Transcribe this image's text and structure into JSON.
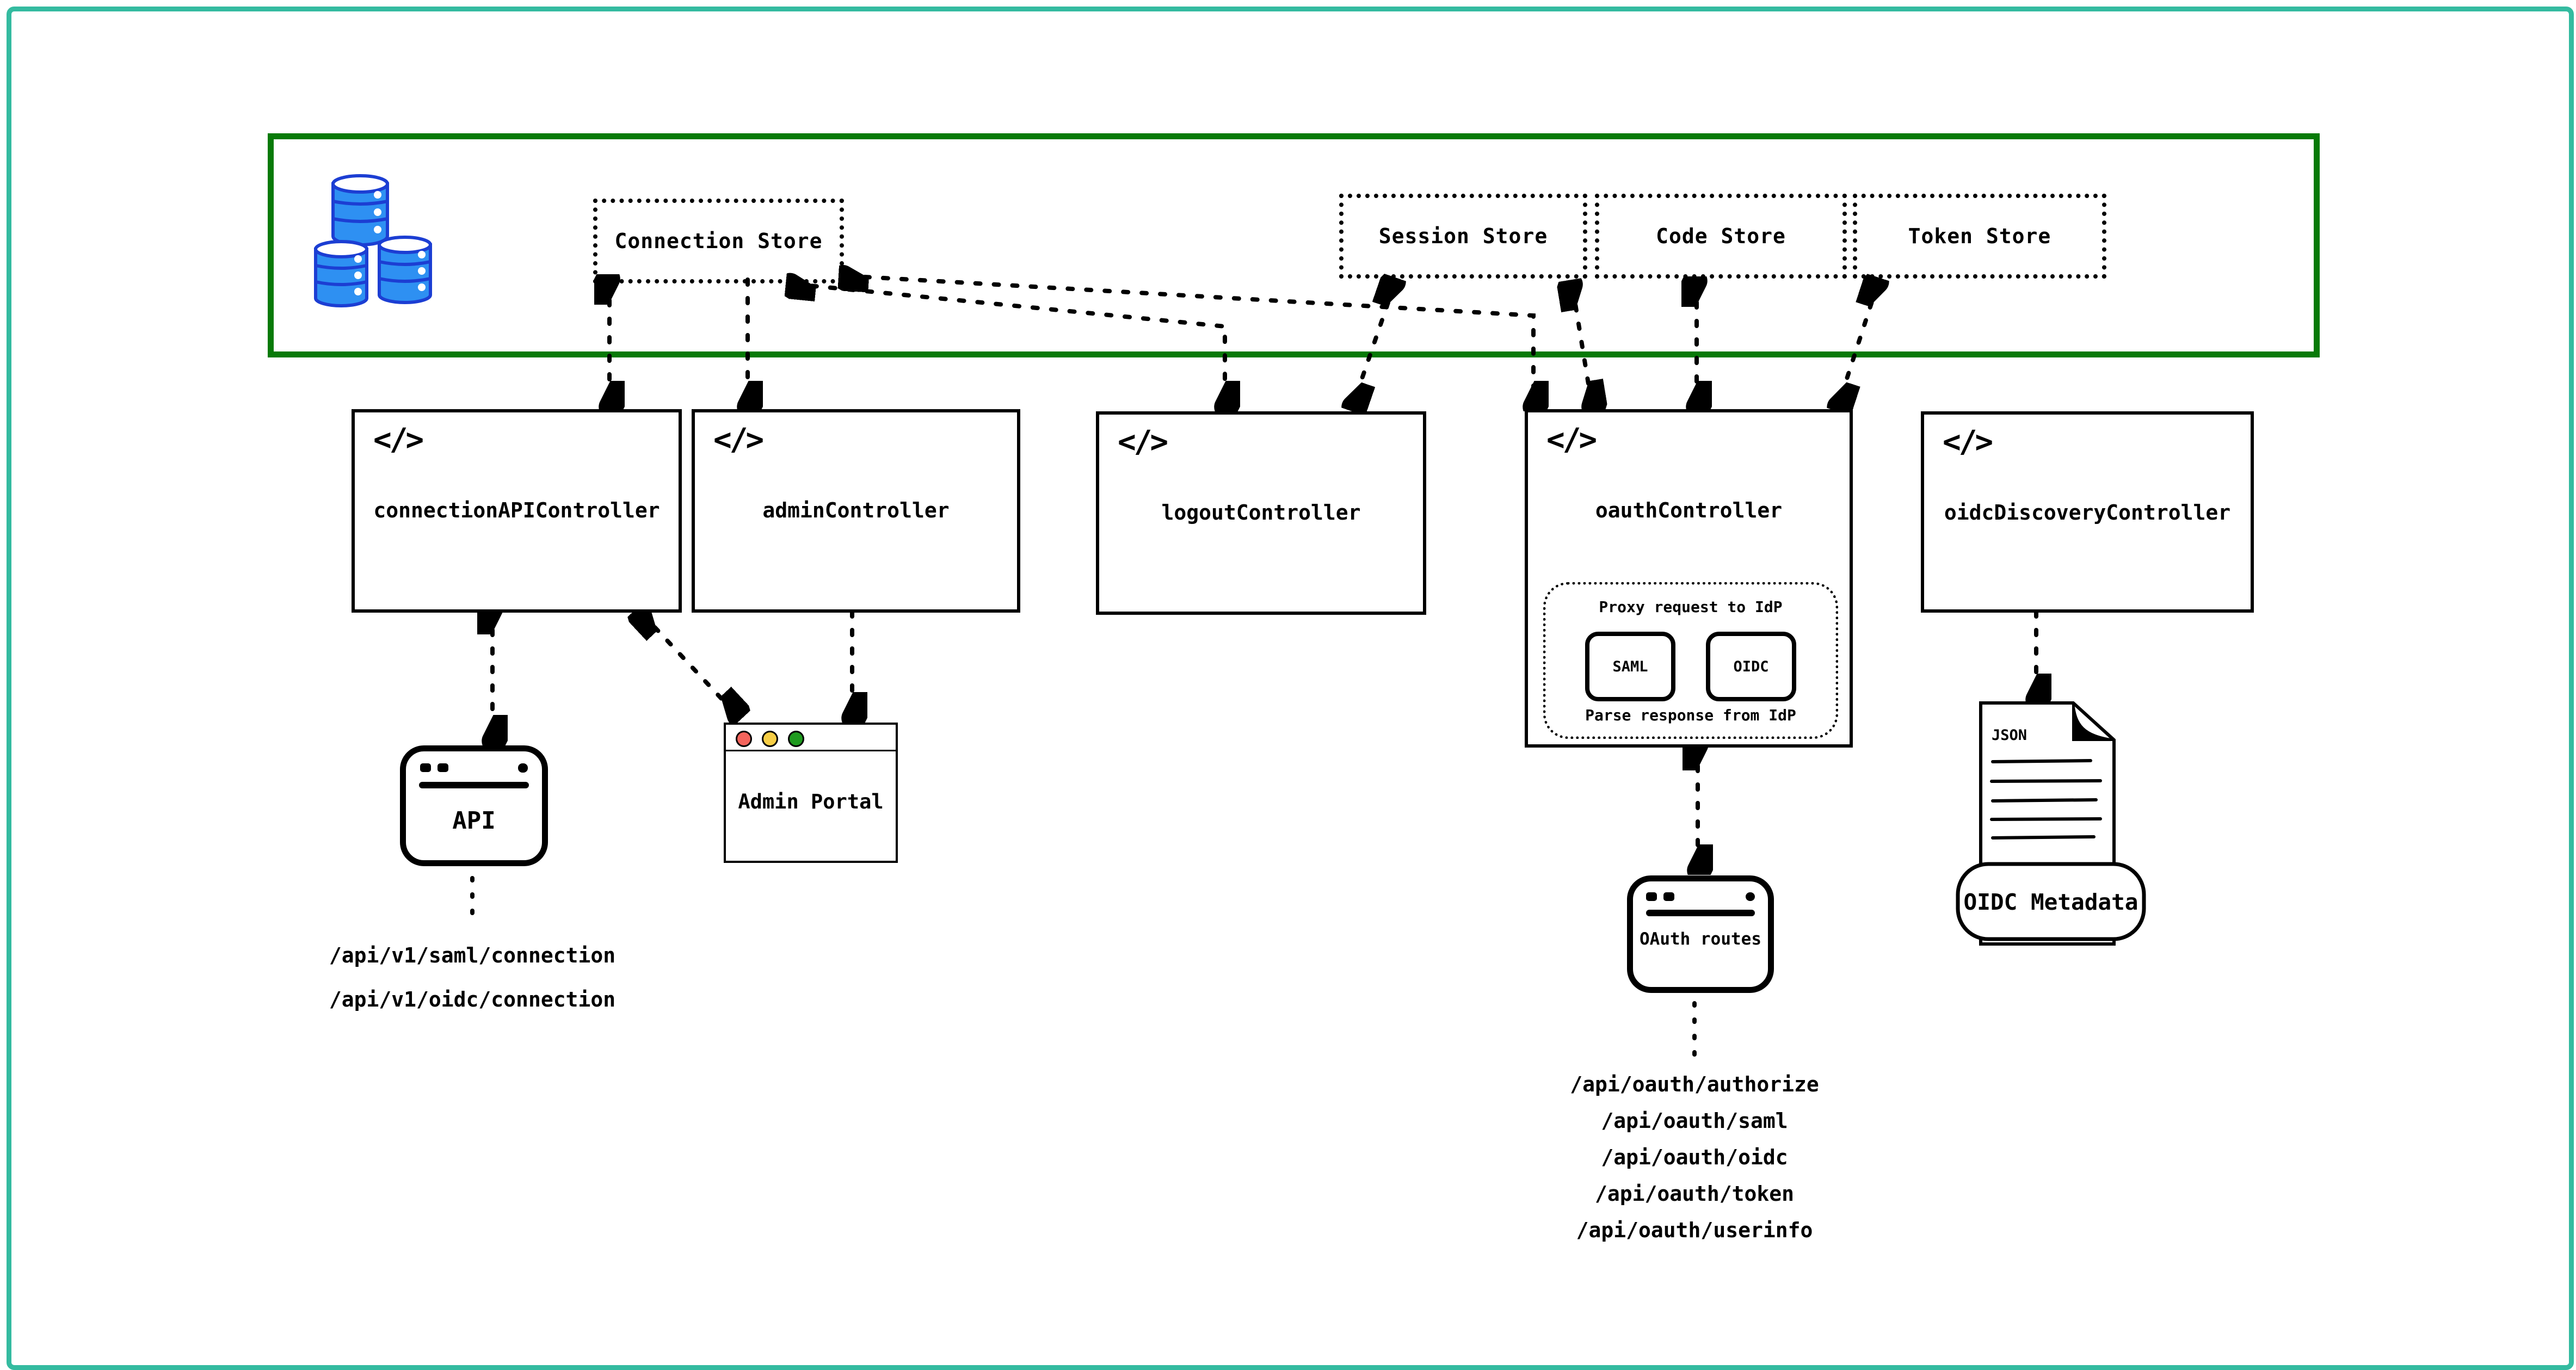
{
  "theme": {
    "outer_border_color": "#34bba0",
    "store_zone_border_color": "#077a07",
    "database_fill": "#2e90f2",
    "database_stroke": "#1c3ed3",
    "traffic_light_red": "#f4645c",
    "traffic_light_yellow": "#f7ce46",
    "traffic_light_green": "#1f9b1f"
  },
  "icons": {
    "code_glyph": "</>",
    "database": "database-icon"
  },
  "stores": [
    {
      "id": "connection-store",
      "label": "Connection Store"
    },
    {
      "id": "session-store",
      "label": "Session Store"
    },
    {
      "id": "code-store",
      "label": "Code Store"
    },
    {
      "id": "token-store",
      "label": "Token Store"
    }
  ],
  "controllers": [
    {
      "id": "connection-api-controller",
      "label": "connectionAPIController"
    },
    {
      "id": "admin-controller",
      "label": "adminController"
    },
    {
      "id": "logout-controller",
      "label": "logoutController"
    },
    {
      "id": "oauth-controller",
      "label": "oauthController",
      "group": {
        "title": "Proxy request to IdP",
        "protocols": [
          "SAML",
          "OIDC"
        ],
        "footer": "Parse response from IdP"
      }
    },
    {
      "id": "oidc-discovery-controller",
      "label": "oidcDiscoveryController"
    }
  ],
  "clients": {
    "api": {
      "label": "API",
      "routes": [
        "/api/v1/saml/connection",
        "/api/v1/oidc/connection"
      ]
    },
    "admin_portal": {
      "label": "Admin Portal"
    },
    "oauth_routes": {
      "label": "OAuth routes",
      "routes": [
        "/api/oauth/authorize",
        "/api/oauth/saml",
        "/api/oauth/oidc",
        "/api/oauth/token",
        "/api/oauth/userinfo"
      ]
    },
    "oidc_metadata": {
      "file_type": "JSON",
      "label": "OIDC Metadata"
    }
  }
}
